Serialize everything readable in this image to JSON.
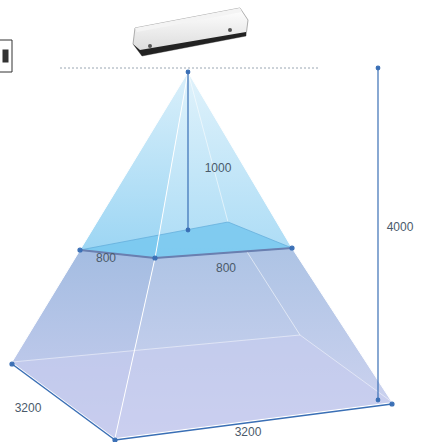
{
  "diagram": {
    "labels": [
      "1000",
      "800",
      "800",
      "4000",
      "3200",
      "3200"
    ]
  }
}
